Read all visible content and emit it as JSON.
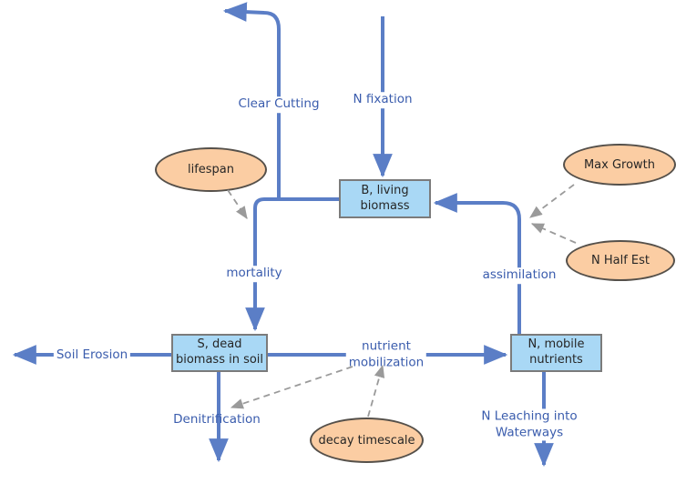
{
  "stocks": {
    "living_biomass": {
      "label": "B, living",
      "label2": "biomass"
    },
    "dead_biomass": {
      "label": "S, dead",
      "label2": "biomass in soil"
    },
    "mobile_nutrients": {
      "label": "N, mobile",
      "label2": "nutrients"
    }
  },
  "converters": {
    "lifespan": {
      "label": "lifespan"
    },
    "max_growth": {
      "label": "Max Growth"
    },
    "n_half_est": {
      "label": "N Half Est"
    },
    "decay_timescale": {
      "label": "decay timescale"
    }
  },
  "flows": {
    "clear_cutting": {
      "label": "Clear Cutting"
    },
    "n_fixation": {
      "label": "N fixation"
    },
    "mortality": {
      "label": "mortality"
    },
    "assimilation": {
      "label": "assimilation"
    },
    "soil_erosion": {
      "label": "Soil Erosion"
    },
    "nutrient_mobilization": {
      "label": "nutrient",
      "label2": "mobilization"
    },
    "denitrification": {
      "label": "Denitrification"
    },
    "n_leaching": {
      "label": "N Leaching into",
      "label2": "Waterways"
    }
  },
  "colors": {
    "flow_line": "#5b7ec6",
    "stock_fill": "#a9d8f5",
    "stock_border": "#7b7b7b",
    "converter_fill": "#fbcda3",
    "converter_border": "#55504a",
    "connector": "#9a9a9a",
    "label_text": "#3a5cad",
    "node_text": "#262626",
    "background": "#ffffff"
  }
}
